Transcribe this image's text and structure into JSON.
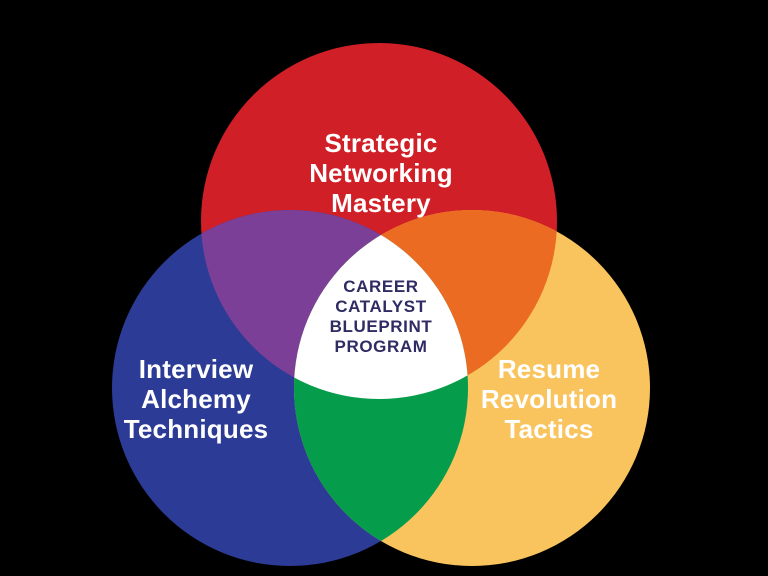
{
  "background_color": "#000000",
  "venn": {
    "title_center": {
      "lines": [
        "CAREER",
        "CATALYST",
        "BLUEPRINT",
        "PROGRAM"
      ],
      "text_color": "#2e2c63",
      "fill": "#ffffff"
    },
    "circle_top": {
      "lines": [
        "Strategic",
        "Networking",
        "Mastery"
      ],
      "fill": "#d01f26",
      "text_color": "#ffffff"
    },
    "circle_bottom_left": {
      "lines": [
        "Interview",
        "Alchemy",
        "Techniques"
      ],
      "fill": "#2c3b95",
      "text_color": "#ffffff"
    },
    "circle_bottom_right": {
      "lines": [
        "Resume",
        "Revolution",
        "Tactics"
      ],
      "fill": "#f9c45d",
      "text_color": "#ffffff"
    },
    "overlap_top_left": {
      "fill": "#7c3f97"
    },
    "overlap_top_right": {
      "fill": "#ec6b23"
    },
    "overlap_bottom": {
      "fill": "#059c4b"
    }
  }
}
